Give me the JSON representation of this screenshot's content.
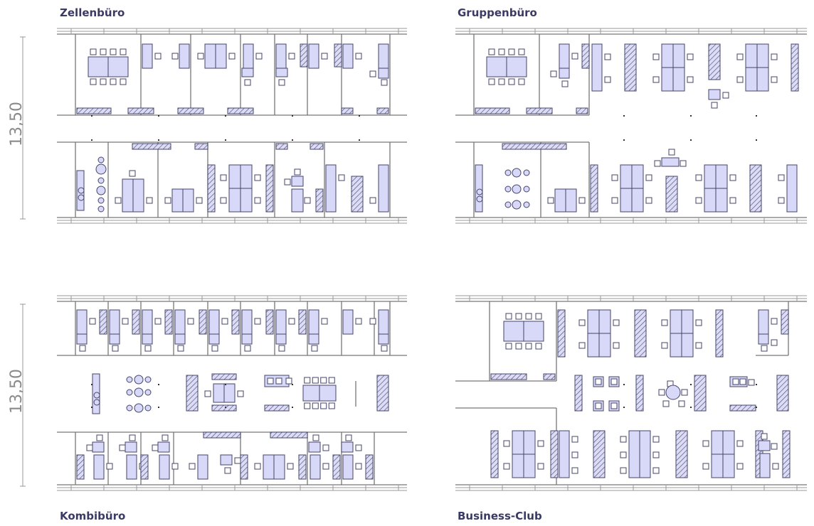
{
  "panels": [
    {
      "id": "zellenbuero",
      "title": "Zellenbüro"
    },
    {
      "id": "gruppenbuero",
      "title": "Gruppenbüro"
    },
    {
      "id": "kombibuero",
      "title": "Kombibüro"
    },
    {
      "id": "business-club",
      "title": "Business-Club"
    }
  ],
  "dimensions": {
    "top": "13,50",
    "bottom": "13,50"
  }
}
